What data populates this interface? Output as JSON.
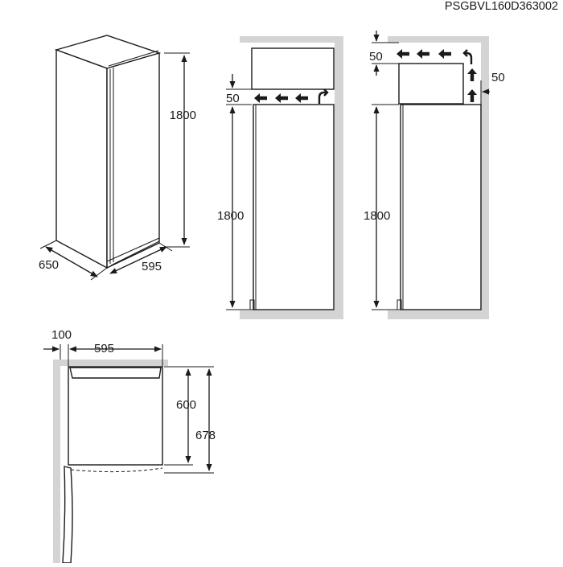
{
  "doc_code": "PSGBVL160D363002",
  "iso": {
    "height": "1800",
    "depth": "650",
    "width": "595"
  },
  "side_front_vent": {
    "top_gap": "50",
    "height": "1800"
  },
  "side_rear_vent": {
    "top_gap": "50",
    "rear_gap": "50",
    "height": "1800"
  },
  "top_view": {
    "side_gap": "100",
    "width": "595",
    "depth": "600",
    "depth_with_door": "678"
  },
  "icons": {
    "arrow": "airflow-arrow-icon",
    "turn": "airflow-turn-icon"
  }
}
